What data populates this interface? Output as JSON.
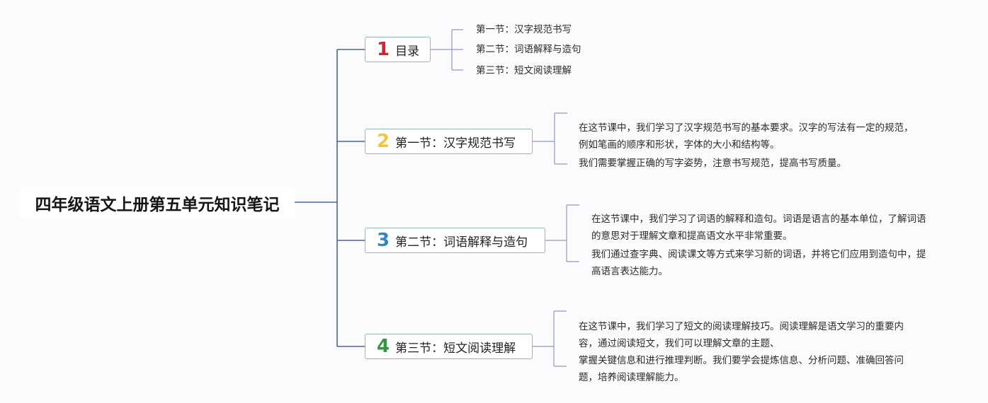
{
  "root": {
    "title": "四年级语文上册第五单元知识笔记"
  },
  "colors": {
    "num1": "#d6242e",
    "num2": "#f2c53b",
    "num3": "#2e86c8",
    "num4": "#2e9a3f",
    "line": "#4f6596"
  },
  "branches": [
    {
      "num": "1",
      "label": "目录",
      "children": [
        "第一节：汉字规范书写",
        "第二节：词语解释与造句",
        "第三节：短文阅读理解"
      ]
    },
    {
      "num": "2",
      "label": "第一节：汉字规范书写",
      "paragraphs": [
        [
          "在这节课中，我们学习了汉字规范书写的基本要求。汉字的写法有一定的规范，",
          "例如笔画的顺序和形状，字体的大小和结构等。"
        ],
        [
          "我们需要掌握正确的写字姿势，注意书写规范，提高书写质量。"
        ]
      ]
    },
    {
      "num": "3",
      "label": "第二节：词语解释与造句",
      "paragraphs": [
        [
          "在这节课中，我们学习了词语的解释和造句。词语是语言的基本单位，了解词语",
          "的意思对于理解文章和提高语文水平非常重要。"
        ],
        [
          "我们通过查字典、阅读课文等方式来学习新的词语，并将它们应用到造句中，提",
          "高语言表达能力。"
        ]
      ]
    },
    {
      "num": "4",
      "label": "第三节：短文阅读理解",
      "paragraphs": [
        [
          "在这节课中，我们学习了短文的阅读理解技巧。阅读理解是语文学习的重要内",
          "容，通过阅读短文，我们可以理解文章的主题、"
        ],
        [
          "掌握关键信息和进行推理判断。我们要学会提炼信息、分析问题、准确回答问",
          "题，培养阅读理解能力。"
        ]
      ]
    }
  ]
}
